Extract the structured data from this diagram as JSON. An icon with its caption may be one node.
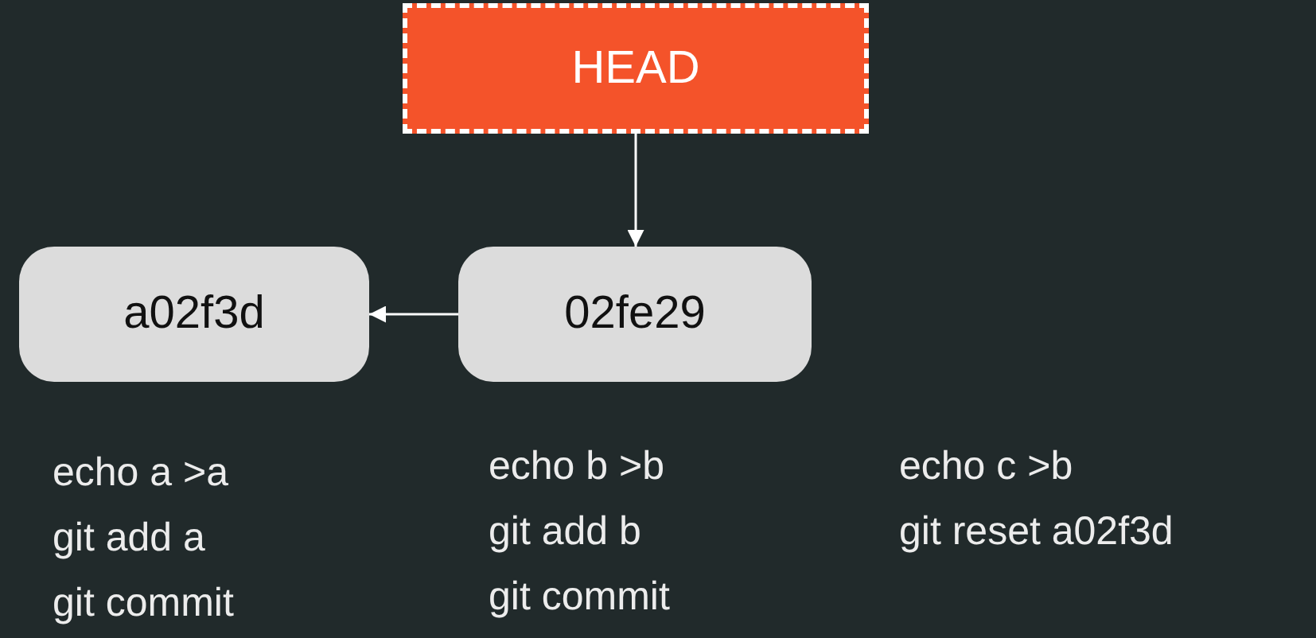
{
  "diagram": {
    "nodes": [
      {
        "text": [
          "HEAD"
        ]
      },
      {
        "text": [
          "a02f3d"
        ]
      },
      {
        "text": [
          "02fe29"
        ]
      }
    ],
    "edges": [
      {
        "from": 0,
        "to": 2,
        "arrow": "to"
      },
      {
        "from": 2,
        "to": 1,
        "arrow": "to"
      }
    ],
    "labels": [
      "echo a >a",
      "git add a",
      "git commit",
      "echo b >b",
      "git add b",
      "git commit",
      "echo c >b",
      "git reset a02f3d"
    ]
  }
}
